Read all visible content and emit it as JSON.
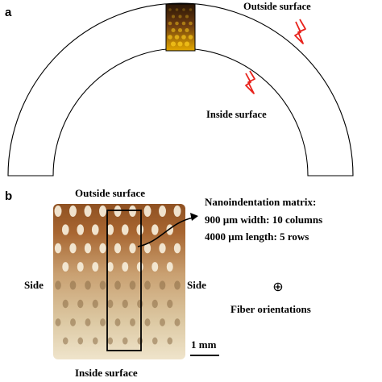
{
  "panel_a": {
    "letter": "a",
    "outside_surface": "Outside surface",
    "inside_surface": "Inside surface"
  },
  "panel_b": {
    "letter": "b",
    "outside_surface": "Outside surface",
    "inside_surface": "Inside surface",
    "side_left": "Side",
    "side_right": "Side",
    "matrix_title": "Nanoindentation matrix:",
    "matrix_width": "900 µm width: 10 columns",
    "matrix_length": "4000 µm length: 5 rows",
    "fiber_symbol": "⊕",
    "fiber_label": "Fiber orientations",
    "scale_bar": "1 mm"
  },
  "colors": {
    "arrow_red": "#e8231c",
    "sample_brown": "#8a4a1c",
    "sample_light": "#e9dcc0",
    "insert_gold": "#e3a800",
    "outline": "#000000"
  }
}
